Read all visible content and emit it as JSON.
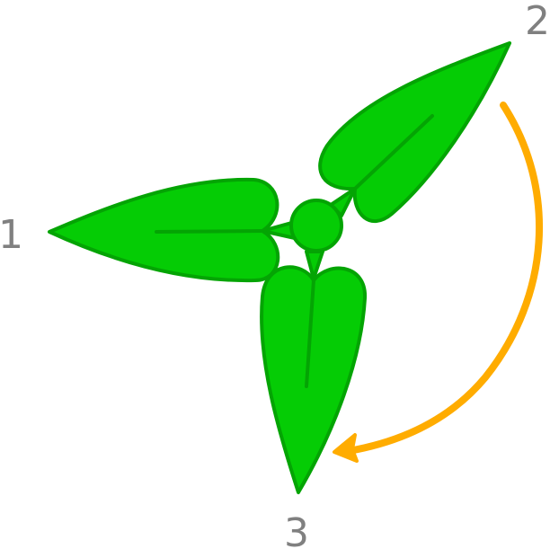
{
  "diagram": {
    "description": "Three-leaf clover / propeller with rotation arrow",
    "labels": {
      "leaf1": "1",
      "leaf2": "2",
      "leaf3": "3"
    },
    "colors": {
      "leaf_fill": "#05cc05",
      "leaf_stroke": "#04a404",
      "arrow": "#ffac00",
      "label": "#808080",
      "background": "#ffffff"
    },
    "arrow": {
      "direction": "clockwise",
      "from": "2",
      "to": "3"
    }
  }
}
